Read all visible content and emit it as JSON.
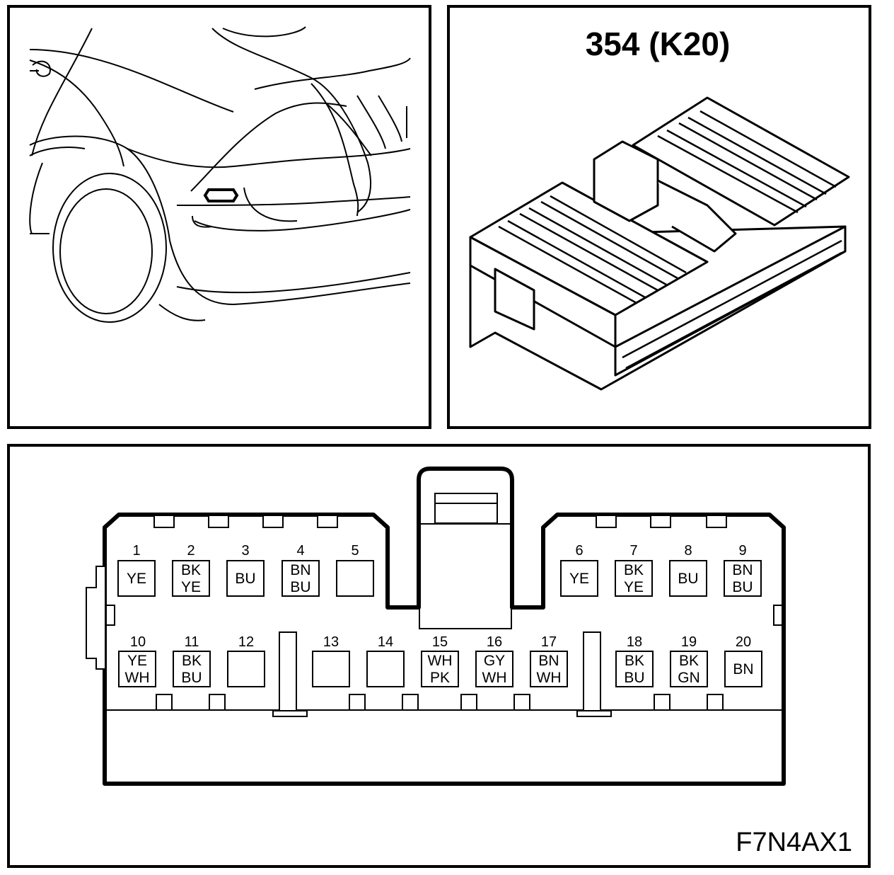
{
  "connector": {
    "title": "354 (K20)",
    "figure_code": "F7N4AX1"
  },
  "pins": [
    {
      "num": "1",
      "wire": [
        "YE"
      ]
    },
    {
      "num": "2",
      "wire": [
        "BK",
        "YE"
      ]
    },
    {
      "num": "3",
      "wire": [
        "BU"
      ]
    },
    {
      "num": "4",
      "wire": [
        "BN",
        "BU"
      ]
    },
    {
      "num": "5",
      "wire": []
    },
    {
      "num": "6",
      "wire": [
        "YE"
      ]
    },
    {
      "num": "7",
      "wire": [
        "BK",
        "YE"
      ]
    },
    {
      "num": "8",
      "wire": [
        "BU"
      ]
    },
    {
      "num": "9",
      "wire": [
        "BN",
        "BU"
      ]
    },
    {
      "num": "10",
      "wire": [
        "YE",
        "WH"
      ]
    },
    {
      "num": "11",
      "wire": [
        "BK",
        "BU"
      ]
    },
    {
      "num": "12",
      "wire": []
    },
    {
      "num": "13",
      "wire": []
    },
    {
      "num": "14",
      "wire": []
    },
    {
      "num": "15",
      "wire": [
        "WH",
        "PK"
      ]
    },
    {
      "num": "16",
      "wire": [
        "GY",
        "WH"
      ]
    },
    {
      "num": "17",
      "wire": [
        "BN",
        "WH"
      ]
    },
    {
      "num": "18",
      "wire": [
        "BK",
        "BU"
      ]
    },
    {
      "num": "19",
      "wire": [
        "BK",
        "GN"
      ]
    },
    {
      "num": "20",
      "wire": [
        "BN"
      ]
    }
  ]
}
